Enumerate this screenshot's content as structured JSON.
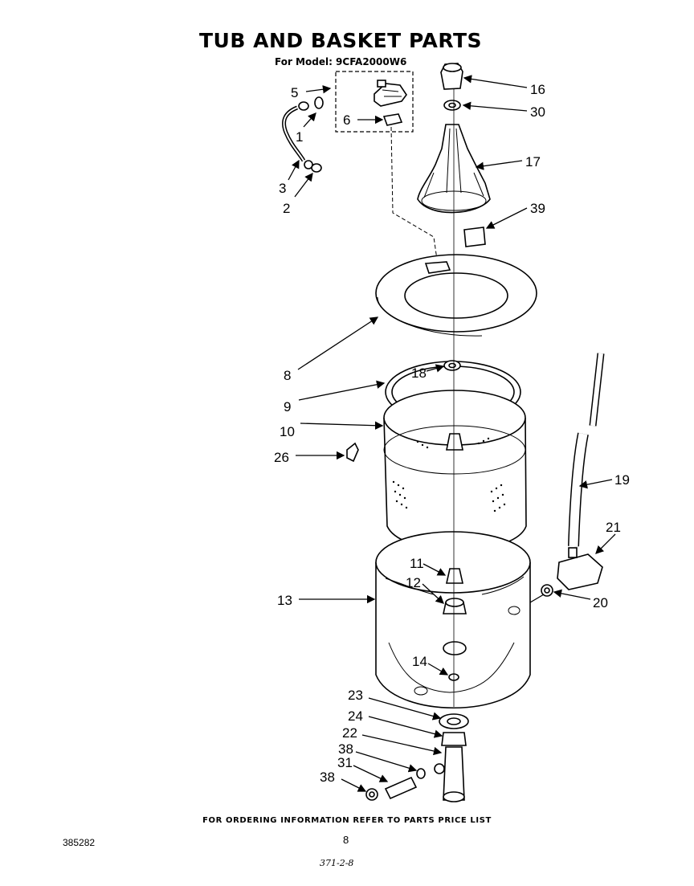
{
  "header": {
    "title": "TUB AND BASKET PARTS",
    "model_line": "For Model: 9CFA2000W6"
  },
  "callouts": [
    {
      "id": "c5",
      "text": "5"
    },
    {
      "id": "c6",
      "text": "6"
    },
    {
      "id": "c1",
      "text": "1"
    },
    {
      "id": "c3",
      "text": "3"
    },
    {
      "id": "c2",
      "text": "2"
    },
    {
      "id": "c16",
      "text": "16"
    },
    {
      "id": "c30",
      "text": "30"
    },
    {
      "id": "c17",
      "text": "17"
    },
    {
      "id": "c39",
      "text": "39"
    },
    {
      "id": "c8",
      "text": "8"
    },
    {
      "id": "c18",
      "text": "18"
    },
    {
      "id": "c9",
      "text": "9"
    },
    {
      "id": "c10",
      "text": "10"
    },
    {
      "id": "c26",
      "text": "26"
    },
    {
      "id": "c19",
      "text": "19"
    },
    {
      "id": "c21",
      "text": "21"
    },
    {
      "id": "c11",
      "text": "11"
    },
    {
      "id": "c12",
      "text": "12"
    },
    {
      "id": "c13",
      "text": "13"
    },
    {
      "id": "c20",
      "text": "20"
    },
    {
      "id": "c14",
      "text": "14"
    },
    {
      "id": "c23",
      "text": "23"
    },
    {
      "id": "c24",
      "text": "24"
    },
    {
      "id": "c22",
      "text": "22"
    },
    {
      "id": "c38a",
      "text": "38"
    },
    {
      "id": "c31",
      "text": "31"
    },
    {
      "id": "c38b",
      "text": "38"
    }
  ],
  "footer": {
    "ordering_note": "FOR ORDERING INFORMATION REFER TO PARTS PRICE LIST",
    "document_number": "385282",
    "page_number": "8",
    "handwritten_note": "371-2-8"
  }
}
